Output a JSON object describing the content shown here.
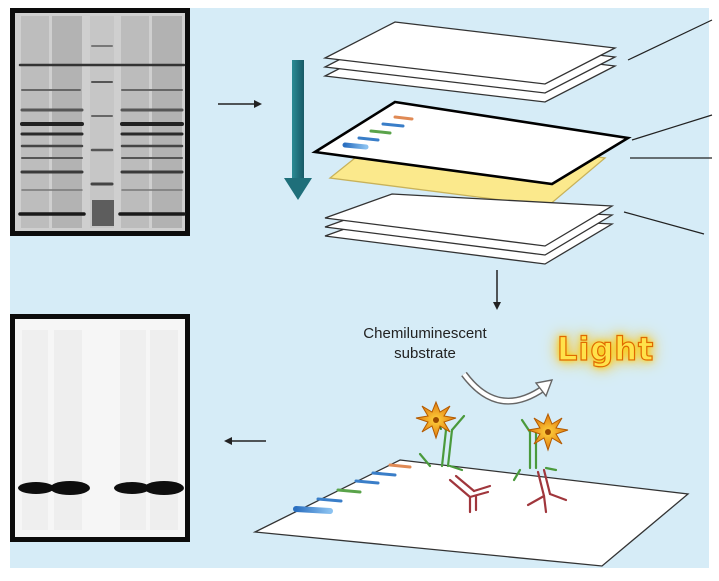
{
  "diagram": {
    "substrate_label_line1": "Chemiluminescent",
    "substrate_label_line2": "substrate",
    "light_label": "Light"
  },
  "colors": {
    "background_panel": "#d6ecf7",
    "arrow_teal": "#1f6f7a",
    "membrane_yellow": "#fbe98c",
    "antibody_green": "#4a9a3c",
    "antibody_red": "#a0363c",
    "enzyme_orange": "#f2a21a"
  },
  "icons": [
    "down-arrow-icon",
    "right-arrow-icon",
    "left-arrow-icon",
    "curved-arrow-icon",
    "starburst-enzyme-icon"
  ]
}
